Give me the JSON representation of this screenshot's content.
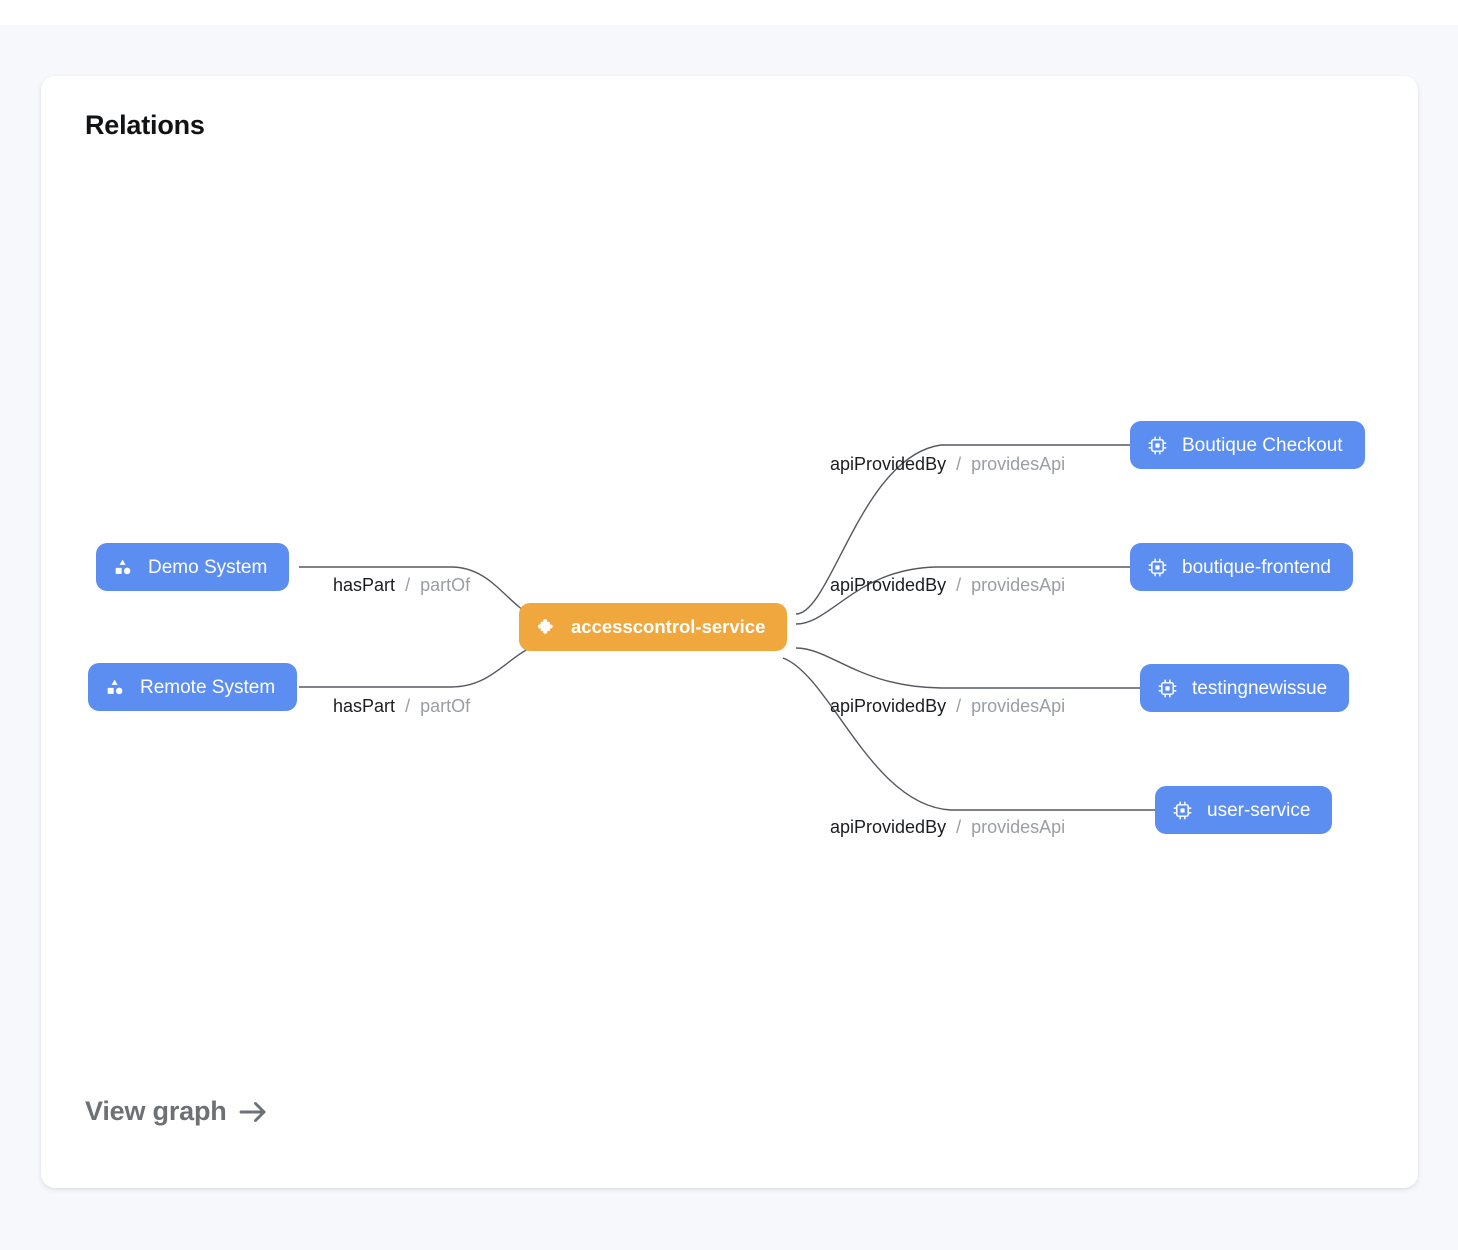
{
  "card": {
    "title": "Relations",
    "footer_link": "View graph",
    "footer_arrow_icon": "arrow-right-icon"
  },
  "colors": {
    "entity_node": "#5b8ef0",
    "focus_node": "#efa73e",
    "edge_stroke": "#55595e",
    "page_background": "#f7f8fc",
    "card_background": "#ffffff",
    "label_primary": "#1b1d20",
    "label_inverse": "#9a9ea4",
    "footer_link": "#6d7176"
  },
  "graph": {
    "focus_node": {
      "label": "accesscontrol-service",
      "icon": "puzzle-piece-icon",
      "kind": "component"
    },
    "left_nodes": [
      {
        "label": "Demo System",
        "icon": "shapes-icon",
        "kind": "system"
      },
      {
        "label": "Remote System",
        "icon": "shapes-icon",
        "kind": "system"
      }
    ],
    "right_nodes": [
      {
        "label": "Boutique Checkout",
        "icon": "chip-icon",
        "kind": "api"
      },
      {
        "label": "boutique-frontend",
        "icon": "chip-icon",
        "kind": "api"
      },
      {
        "label": "testingnewissue",
        "icon": "chip-icon",
        "kind": "api"
      },
      {
        "label": "user-service",
        "icon": "chip-icon",
        "kind": "api"
      }
    ],
    "edges": [
      {
        "relation": "hasPart",
        "separator": "/",
        "inverse": "partOf"
      },
      {
        "relation": "hasPart",
        "separator": "/",
        "inverse": "partOf"
      },
      {
        "relation": "apiProvidedBy",
        "separator": "/",
        "inverse": "providesApi"
      },
      {
        "relation": "apiProvidedBy",
        "separator": "/",
        "inverse": "providesApi"
      },
      {
        "relation": "apiProvidedBy",
        "separator": "/",
        "inverse": "providesApi"
      },
      {
        "relation": "apiProvidedBy",
        "separator": "/",
        "inverse": "providesApi"
      }
    ]
  }
}
